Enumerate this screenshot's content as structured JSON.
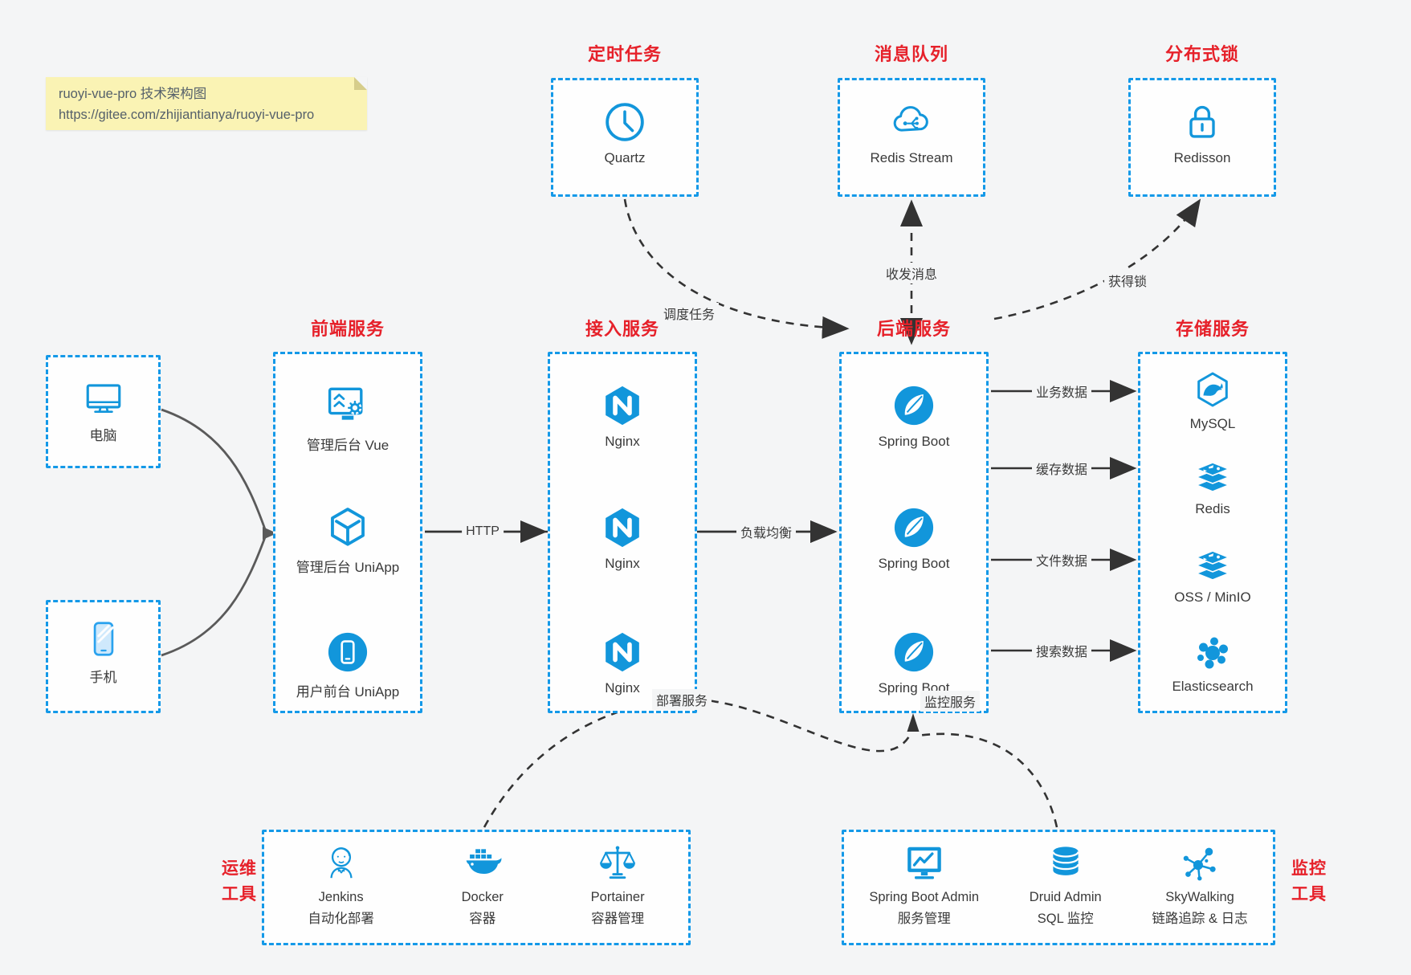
{
  "note": {
    "line1": "ruoyi-vue-pro 技术架构图",
    "line2": "https://gitee.com/zhijiantianya/ruoyi-vue-pro"
  },
  "palette": {
    "accent_blue": "#1296db",
    "dashed_border_blue": "#1499e8",
    "title_red": "#e6212a",
    "note_yellow": "#faf3b4",
    "ink": "#3a3a3a"
  },
  "top_boxes": {
    "scheduler": {
      "title": "定时任务",
      "item": {
        "label": "Quartz",
        "icon": "clock-icon"
      }
    },
    "mq": {
      "title": "消息队列",
      "item": {
        "label": "Redis Stream",
        "icon": "cloud-stream-icon"
      }
    },
    "lock": {
      "title": "分布式锁",
      "item": {
        "label": "Redisson",
        "icon": "lock-icon"
      }
    }
  },
  "clients": {
    "pc": {
      "label": "电脑",
      "icon": "desktop-icon"
    },
    "mobile": {
      "label": "手机",
      "icon": "smartphone-icon"
    }
  },
  "columns": {
    "frontend": {
      "title": "前端服务",
      "items": [
        {
          "label": "管理后台 Vue",
          "icon": "admin-screen-gear-icon"
        },
        {
          "label": "管理后台 UniApp",
          "icon": "uniapp-cube-icon"
        },
        {
          "label": "用户前台 UniApp",
          "icon": "mobile-app-circle-icon"
        }
      ]
    },
    "gateway": {
      "title": "接入服务",
      "items": [
        {
          "label": "Nginx",
          "icon": "nginx-icon"
        },
        {
          "label": "Nginx",
          "icon": "nginx-icon"
        },
        {
          "label": "Nginx",
          "icon": "nginx-icon"
        }
      ]
    },
    "backend": {
      "title": "后端服务",
      "items": [
        {
          "label": "Spring Boot",
          "icon": "spring-boot-icon"
        },
        {
          "label": "Spring Boot",
          "icon": "spring-boot-icon"
        },
        {
          "label": "Spring Boot",
          "icon": "spring-boot-icon"
        }
      ]
    },
    "storage": {
      "title": "存储服务",
      "items": [
        {
          "label": "MySQL",
          "icon": "mysql-icon"
        },
        {
          "label": "Redis",
          "icon": "redis-stack-icon"
        },
        {
          "label": "OSS / MinIO",
          "icon": "storage-stack-icon"
        },
        {
          "label": "Elasticsearch",
          "icon": "elasticsearch-icon"
        }
      ]
    }
  },
  "bottom_boxes": {
    "ops": {
      "title_line1": "运维",
      "title_line2": "工具",
      "items": [
        {
          "name": "Jenkins",
          "desc": "自动化部署",
          "icon": "jenkins-icon"
        },
        {
          "name": "Docker",
          "desc": "容器",
          "icon": "docker-whale-icon"
        },
        {
          "name": "Portainer",
          "desc": "容器管理",
          "icon": "portainer-scales-icon"
        }
      ]
    },
    "monitoring": {
      "title_line1": "监控",
      "title_line2": "工具",
      "items": [
        {
          "name": "Spring Boot Admin",
          "desc": "服务管理",
          "icon": "monitor-chart-icon"
        },
        {
          "name": "Druid Admin",
          "desc": "SQL 监控",
          "icon": "database-cylinder-icon"
        },
        {
          "name": "SkyWalking",
          "desc": "链路追踪 & 日志",
          "icon": "skywalking-node-graph-icon"
        }
      ]
    }
  },
  "edge_labels": {
    "http": "HTTP",
    "load_balance": "负载均衡",
    "business": "业务数据",
    "cache": "缓存数据",
    "file": "文件数据",
    "search": "搜索数据",
    "schedule": "调度任务",
    "message": "收发消息",
    "lock": "获得锁",
    "deploy": "部署服务",
    "monitor": "监控服务"
  }
}
